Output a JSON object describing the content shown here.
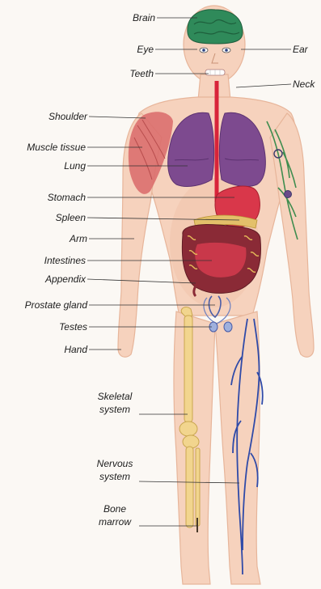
{
  "diagram": {
    "labels": {
      "brain": "Brain",
      "eye": "Eye",
      "ear": "Ear",
      "teeth": "Teeth",
      "neck": "Neck",
      "shoulder": "Shoulder",
      "muscle_tissue": "Muscle tissue",
      "lung": "Lung",
      "stomach": "Stomach",
      "spleen": "Spleen",
      "arm": "Arm",
      "intestines": "Intestines",
      "appendix": "Appendix",
      "prostate_gland": "Prostate gland",
      "testes": "Testes",
      "hand": "Hand",
      "skeletal_system_1": "Skeletal",
      "skeletal_system_2": "system",
      "nervous_system_1": "Nervous",
      "nervous_system_2": "system",
      "bone_marrow_1": "Bone",
      "bone_marrow_2": "marrow"
    },
    "colors": {
      "skin": "#f6d2bd",
      "skin_shade": "#eab79d",
      "brain": "#2f8a5a",
      "lung": "#7d4a8f",
      "heart_vessel": "#d8243a",
      "stomach": "#d9374a",
      "intestines": "#8a2a36",
      "bone": "#f2d58e",
      "nerve": "#2f4aa8",
      "muscle": "#d96a6a",
      "leader_line": "#333333"
    }
  }
}
